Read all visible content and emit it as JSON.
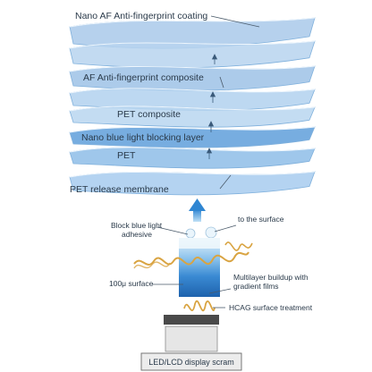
{
  "layers": [
    {
      "label": "Nano AF Anti-fingerprint coating",
      "color": "#a9c9ea"
    },
    {
      "label": "",
      "color": "#b7d4ef"
    },
    {
      "label": "AF Anti-fingerprint composite",
      "color": "#9dc2e6"
    },
    {
      "label": "",
      "color": "#b2d1ee"
    },
    {
      "label": "PET composite",
      "color": "#b9d6f0"
    },
    {
      "label": "Nano blue light blocking layer",
      "color": "#5f9fda"
    },
    {
      "label": "PET",
      "color": "#8ebde7"
    },
    {
      "label": "PET release membrane",
      "color": "#a7cbee"
    }
  ],
  "lower": {
    "block_label": "Block blue light adhesive",
    "surface_label": "to the surface",
    "micron_label": "100μ surface",
    "multilayer_label": "Multilayer buildup with gradient films",
    "hcag_label": "HCAG surface treatment",
    "display_label": "LED/LCD display scram"
  },
  "colors": {
    "wave": "#d9a442",
    "stack_top": "#d8ecf8",
    "stack_mid": "#3f8fd6",
    "stack_dark": "#1c5fa8",
    "base": "#e4e4e4"
  }
}
